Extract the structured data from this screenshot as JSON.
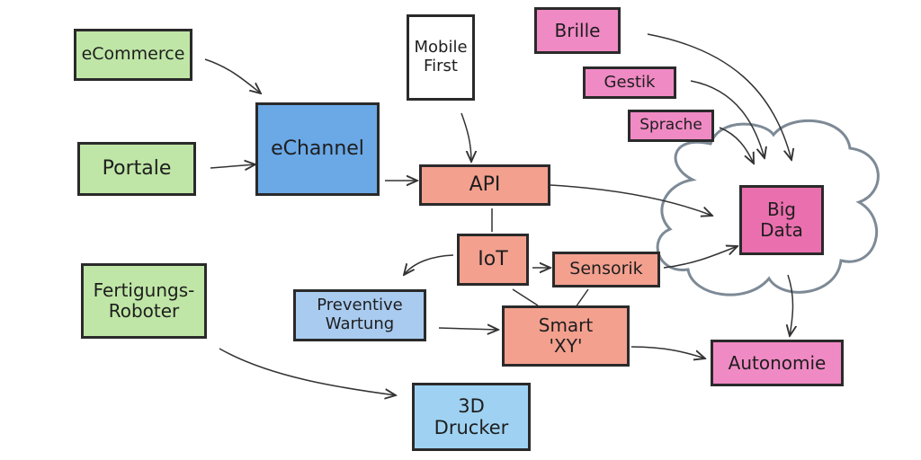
{
  "nodes": {
    "ecommerce": "eCommerce",
    "portale": "Portale",
    "fertigungs": "Fertigungs-\nRoboter",
    "echannel": "eChannel",
    "mobile_first": "Mobile\nFirst",
    "api": "API",
    "iot": "IoT",
    "sensorik": "Sensorik",
    "preventive": "Preventive\nWartung",
    "smart": "Smart\n'XY'",
    "drucker": "3D\nDrucker",
    "brille": "Brille",
    "gestik": "Gestik",
    "sprache": "Sprache",
    "big_data": "Big\nData",
    "autonomie": "Autonomie"
  },
  "colors": {
    "green": "#bfe6a6",
    "blue": "#6aa8e6",
    "red": "#f3a08f",
    "pink": "#f08ac4",
    "cloud_stroke": "#7d8a96"
  }
}
